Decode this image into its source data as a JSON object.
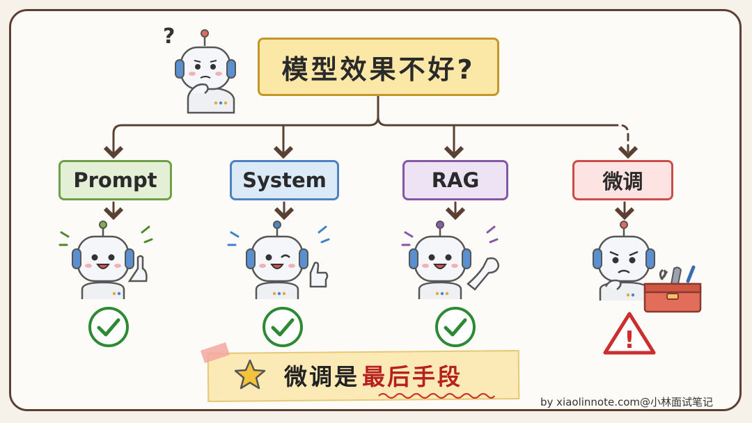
{
  "title": "模型效果不好?",
  "options": [
    {
      "label": "Prompt",
      "status": "check-icon"
    },
    {
      "label": "System",
      "status": "check-icon"
    },
    {
      "label": "RAG",
      "status": "check-icon"
    },
    {
      "label": "微调",
      "status": "warning-icon"
    }
  ],
  "banner": {
    "prefix": "微调是",
    "emphasis": "最后手段"
  },
  "credit": "by xiaolinnote.com@小林面试笔记",
  "question_mark": "?",
  "warning_mark": "!",
  "colors": {
    "frame": "#5a3f33",
    "arrow": "#5a3f33",
    "check": "#2c8a34",
    "warning": "#cc2d2d",
    "emphasis": "#b82020",
    "prompt": "#6e9e45",
    "system": "#4b82bf",
    "rag": "#8457a5",
    "finetune": "#cd4c48"
  }
}
